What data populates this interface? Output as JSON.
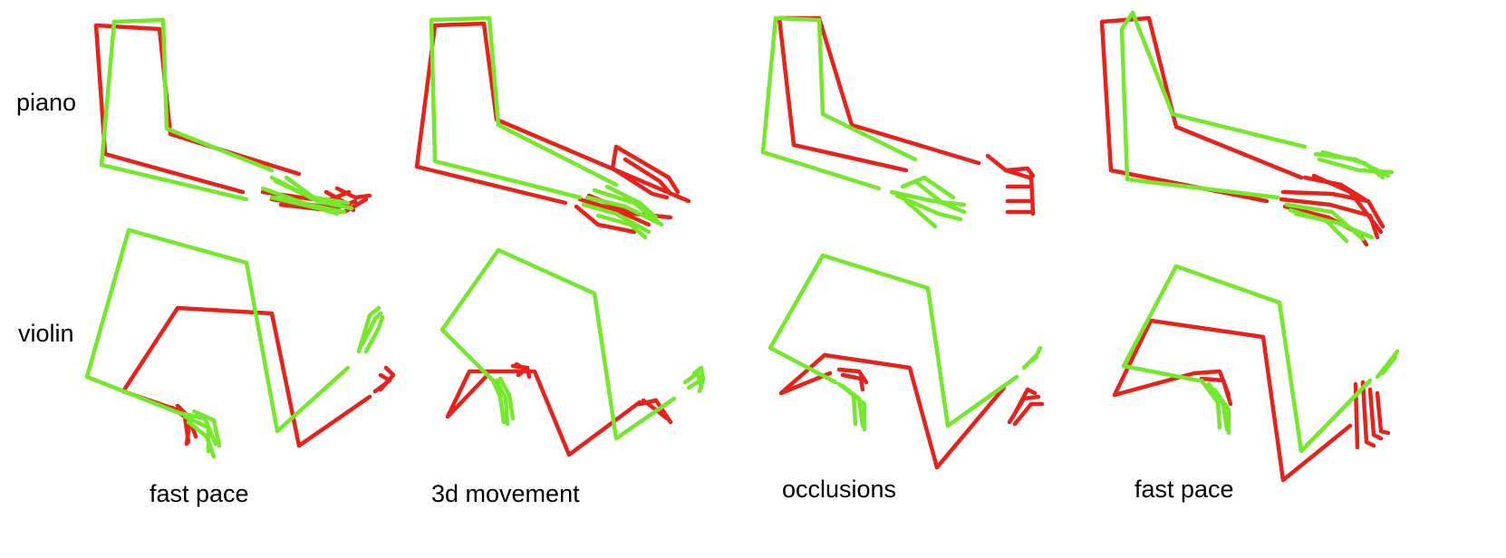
{
  "colors": {
    "red": "#e8211a",
    "green": "#74e82a"
  },
  "row_labels": {
    "piano": "piano",
    "violin": "violin"
  },
  "column_labels": [
    "fast pace",
    "3d movement",
    "occlusions",
    "fast pace"
  ]
}
